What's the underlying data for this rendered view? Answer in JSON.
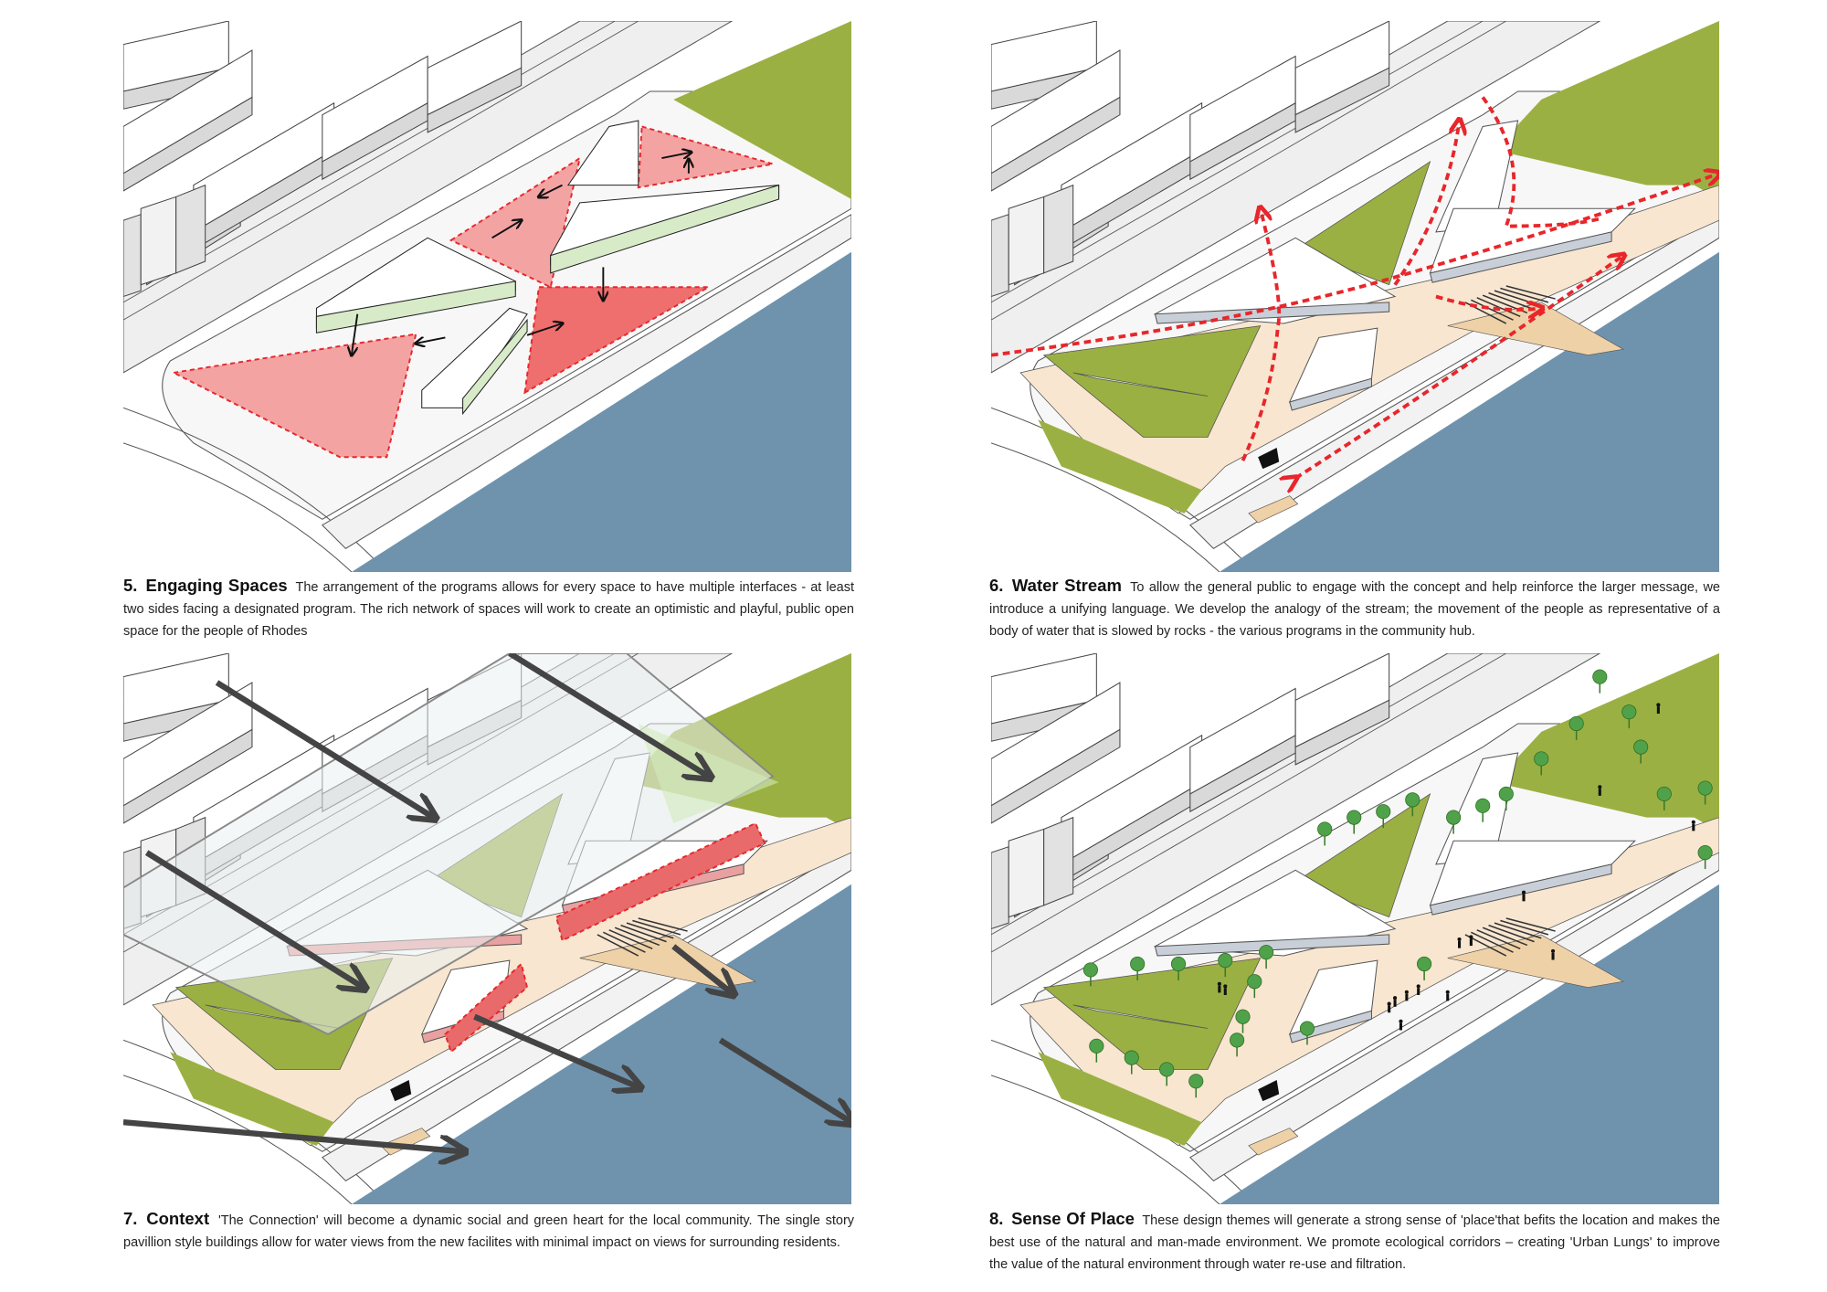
{
  "panels": [
    {
      "number": "5.",
      "title": "Engaging Spaces",
      "text": "The arrangement of the programs allows for every space to have multiple interfaces - at least two sides facing a designated program. The rich network of spaces will work to create an optimistic and playful, public open space for the people of Rhodes"
    },
    {
      "number": "6.",
      "title": "Water Stream",
      "text": "To allow the general public to engage with the concept and help reinforce the larger message, we introduce a unifying language. We develop the analogy of the stream; the movement of the people as representative of a body of water that is slowed by rocks - the various programs in the community hub."
    },
    {
      "number": "7.",
      "title": "Context",
      "text": "'The Connection' will become a dynamic social and green heart for the local community. The single story pavillion style buildings allow for water views from the new facilites with minimal impact on views for surrounding residents."
    },
    {
      "number": "8.",
      "title": "Sense Of Place",
      "text": "These design themes will generate a strong sense of 'place'that befits the location and makes the best use of the natural and man-made environment. We promote ecological corridors – creating 'Urban Lungs' to improve the value of the natural environment through water re-use and filtration."
    }
  ],
  "colors": {
    "water": "#6f93ad",
    "grass": "#9bb043",
    "red": "#e8262b",
    "pink": "#f4a3a3",
    "peach": "#f8e6d0",
    "tan": "#efd1a8",
    "building_edge": "#d8ebc8",
    "arrow": "#444444"
  }
}
